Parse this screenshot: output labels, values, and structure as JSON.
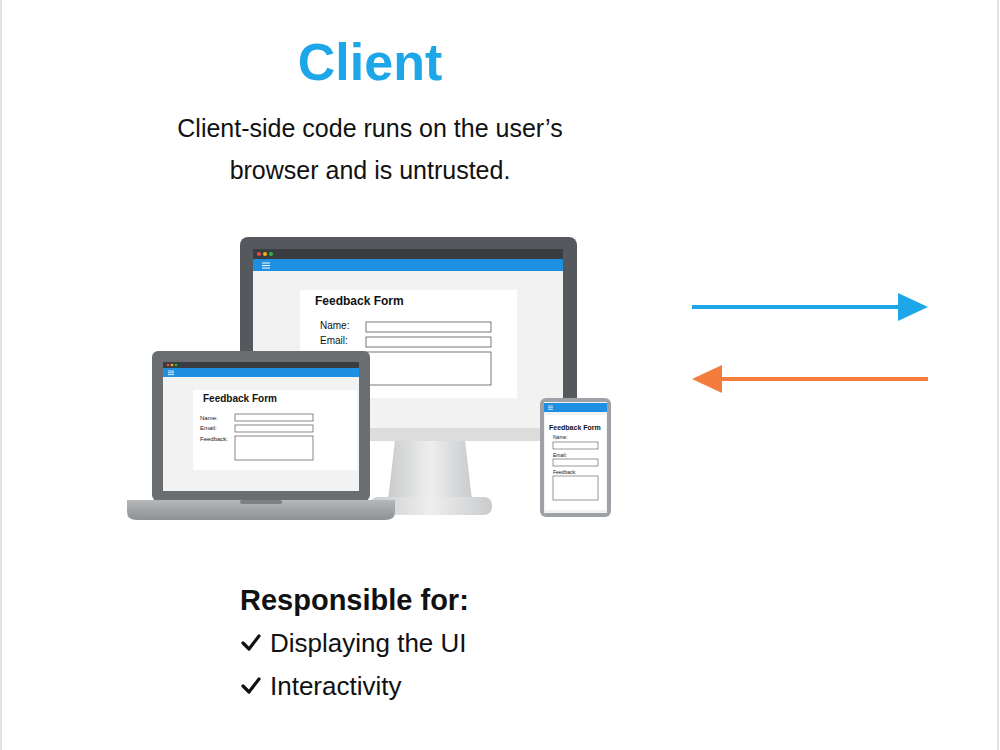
{
  "diagram": {
    "title": "Client",
    "nodes": [
      {
        "text": [
          "Feedback Form",
          "Name:",
          "Email:"
        ]
      },
      {
        "text": [
          "Feedback Form",
          "Name:",
          "Email:",
          "Feedback:"
        ]
      },
      {
        "text": [
          "Feedback Form",
          "Name:",
          "Email:",
          "Feedback:"
        ]
      }
    ],
    "labels": [
      "Client-side code runs on the user’s browser and is untrusted.",
      "Responsible for:",
      "Displaying the UI",
      "Interactivity"
    ]
  }
}
